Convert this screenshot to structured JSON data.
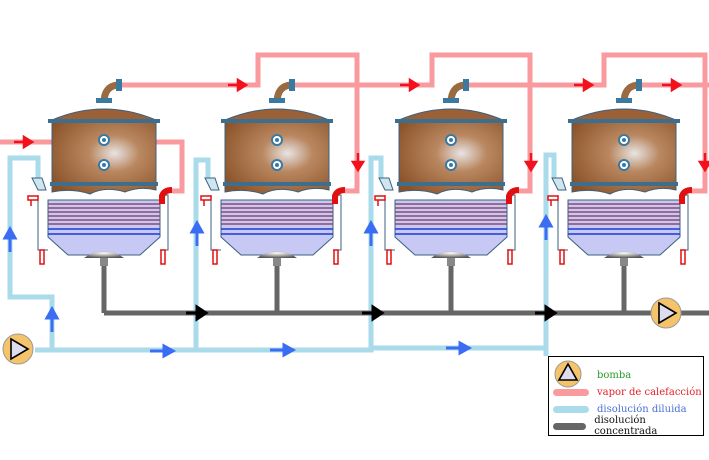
{
  "colors": {
    "steam": "#f99a9f",
    "dilute": "#aadbeb",
    "concentrate": "#666666",
    "arrow_blue": "#3a6cf4",
    "arrow_red": "#f2111c",
    "pump_fill": "#f5c46a",
    "copper": "#a86a3e"
  },
  "evaporator_count": 4,
  "legend": {
    "pump_label": "bomba",
    "steam_label": "vapor de calefacción",
    "dilute_label": "disolución diluida",
    "concentrate_label": "disolución concentrada",
    "pump_color": "#2a9a2a",
    "steam_color": "#e8202a",
    "dilute_color": "#4a6fd6",
    "concentrate_color": "#111111"
  }
}
